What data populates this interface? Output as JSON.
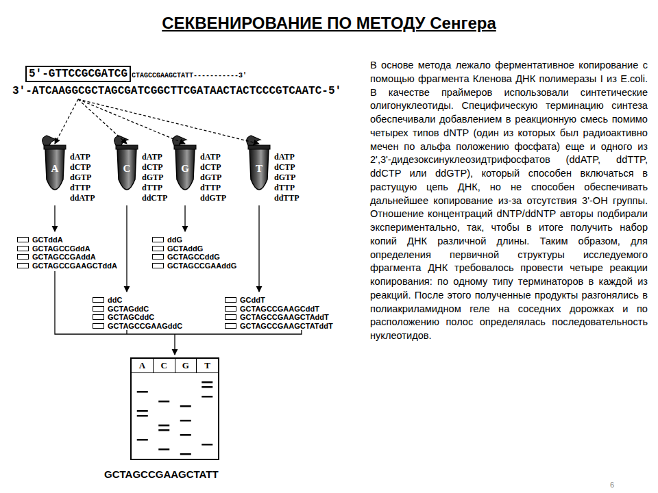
{
  "diagram": {
    "title": "СЕКВЕНИРОВАНИЕ ПО МЕТОДУ Сенгера",
    "nodes": [
      {
        "text": [
          "5'-GTTCCGCGATCG"
        ]
      },
      {
        "text": [
          "A",
          "dATP dCTP dGTP dTTP ddATP"
        ]
      },
      {
        "text": [
          "C",
          "dATP dCTP dGTP dTTP ddCTP"
        ]
      },
      {
        "text": [
          "G",
          "dATP dCTP dGTP dTTP ddGTP"
        ]
      },
      {
        "text": [
          "T",
          "dATP dCTP dGTP dTTP ddTTP"
        ]
      },
      {
        "text": [
          "A",
          "C",
          "G",
          "T"
        ]
      }
    ],
    "edges": [
      {
        "from": 0,
        "to": 1,
        "arrow": "to"
      },
      {
        "from": 0,
        "to": 2,
        "arrow": "to"
      },
      {
        "from": 0,
        "to": 3,
        "arrow": "to"
      },
      {
        "from": 0,
        "to": 4,
        "arrow": "to"
      }
    ],
    "labels": [
      "CTAGCCGAAGCTATT-----------3'",
      "3'-ATCAAGGCGCTAGCGATCGGCTTCGATAACTACTCCCGTCAATC-5'",
      "GCTddA",
      "GCTAGCCGddA",
      "GCTAGCCGAddA",
      "GCTAGCCGAAGCTddA",
      "ddG",
      "GCTAddG",
      "GCTAGCCddG",
      "GCTAGCCGAAddG",
      "ddC",
      "GCTAGddC",
      "GCTAGCddC",
      "GCTAGCCGAAGddC",
      "GCddT",
      "GCTAGCCGAAGCddT",
      "GCTAGCCGAAGCTAddT",
      "GCTAGCCGAAGCTATddT",
      "GCTAGCCGAAGCTATT",
      "В основе метода лежало ферментативное копирование с помощью фрагмента Кленова ДНК полимеразы I из E.coli. В качестве праймеров использовали синтетические олигонуклеотиды. Специфическую терминацию синтеза обеспечивали добавлением в реакционную смесь помимо четырех типов dNTP (один из которых был радиоактивно мечен по альфа положению фосфата) еще и одного из 2',3'-дидезоксинуклеозидтрифосфатов (ddATP, ddTTP, ddCTP или ddGTP), который способен включаться в растущую цепь ДНК, но не способен обеспечивать дальнейшее копирование из-за отсутствия 3'-OH группы. Отношение концентраций dNTP/ddNTP авторы подбирали экспериментально, так, чтобы в итоге получить набор копий ДНК различной длины. Таким образом, для определения первичной структуры исследуемого фрагмента ДНК требовалось провести четыре реакции копирования: по одному типу терминаторов в каждой из реакций. После этого полученные продукты разгонялись в полиакриламидном геле на соседних дорожках и по расположению полос определялась последовательность нуклеотидов.",
      "6"
    ]
  }
}
